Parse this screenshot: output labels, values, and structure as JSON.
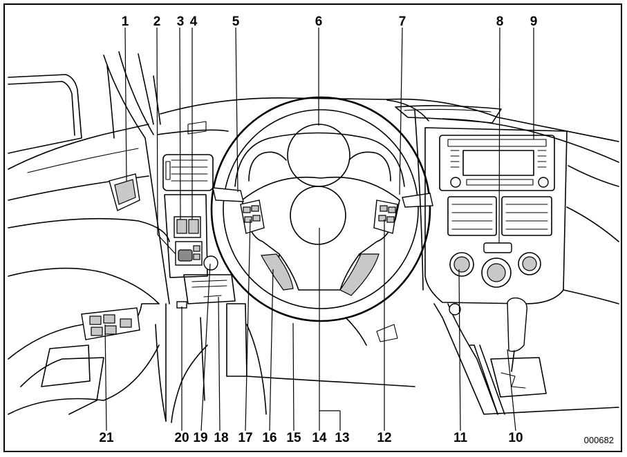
{
  "callouts": [
    {
      "id": "1",
      "label": "1"
    },
    {
      "id": "2",
      "label": "2"
    },
    {
      "id": "3",
      "label": "3"
    },
    {
      "id": "4",
      "label": "4"
    },
    {
      "id": "5",
      "label": "5"
    },
    {
      "id": "6",
      "label": "6"
    },
    {
      "id": "7",
      "label": "7"
    },
    {
      "id": "8",
      "label": "8"
    },
    {
      "id": "9",
      "label": "9"
    },
    {
      "id": "10",
      "label": "10"
    },
    {
      "id": "11",
      "label": "11"
    },
    {
      "id": "12",
      "label": "12"
    },
    {
      "id": "13",
      "label": "13"
    },
    {
      "id": "14",
      "label": "14"
    },
    {
      "id": "15",
      "label": "15"
    },
    {
      "id": "16",
      "label": "16"
    },
    {
      "id": "17",
      "label": "17"
    },
    {
      "id": "18",
      "label": "18"
    },
    {
      "id": "19",
      "label": "19"
    },
    {
      "id": "20",
      "label": "20"
    },
    {
      "id": "21",
      "label": "21"
    }
  ],
  "figure_code": "000682"
}
